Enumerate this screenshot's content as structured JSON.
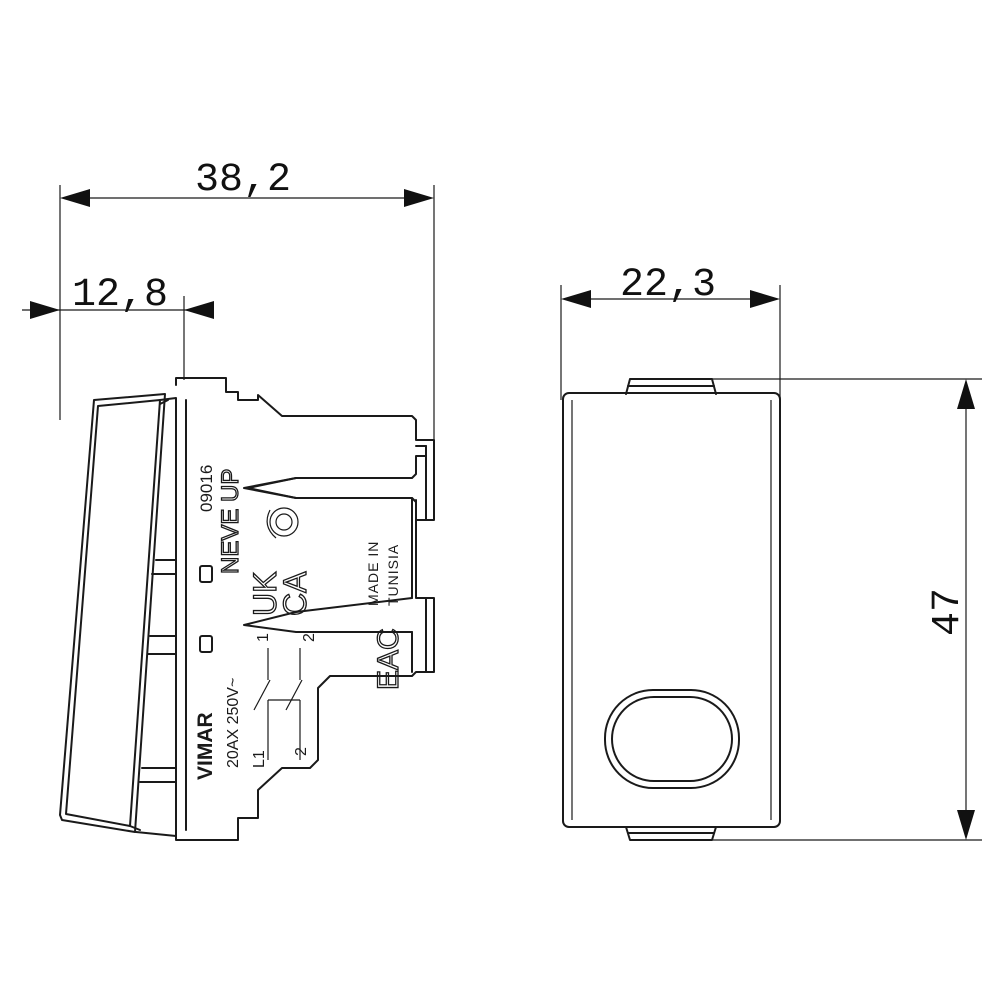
{
  "dimensions": {
    "overall_depth": "38,2",
    "front_depth": "12,8",
    "width": "22,3",
    "height": "47"
  },
  "markings": {
    "brand": "VIMAR",
    "rating": "20AX 250V~",
    "code": "09016",
    "series": "NEVE UP",
    "cert_uk": "UK",
    "cert_ca": "CA",
    "origin_line1": "MADE IN",
    "origin_line2": "TUNISIA",
    "cert_eac": "EAC",
    "terminal_l1": "L1",
    "terminal_1_top": "1",
    "terminal_2_top": "2",
    "terminal_2_bottom": "2"
  }
}
